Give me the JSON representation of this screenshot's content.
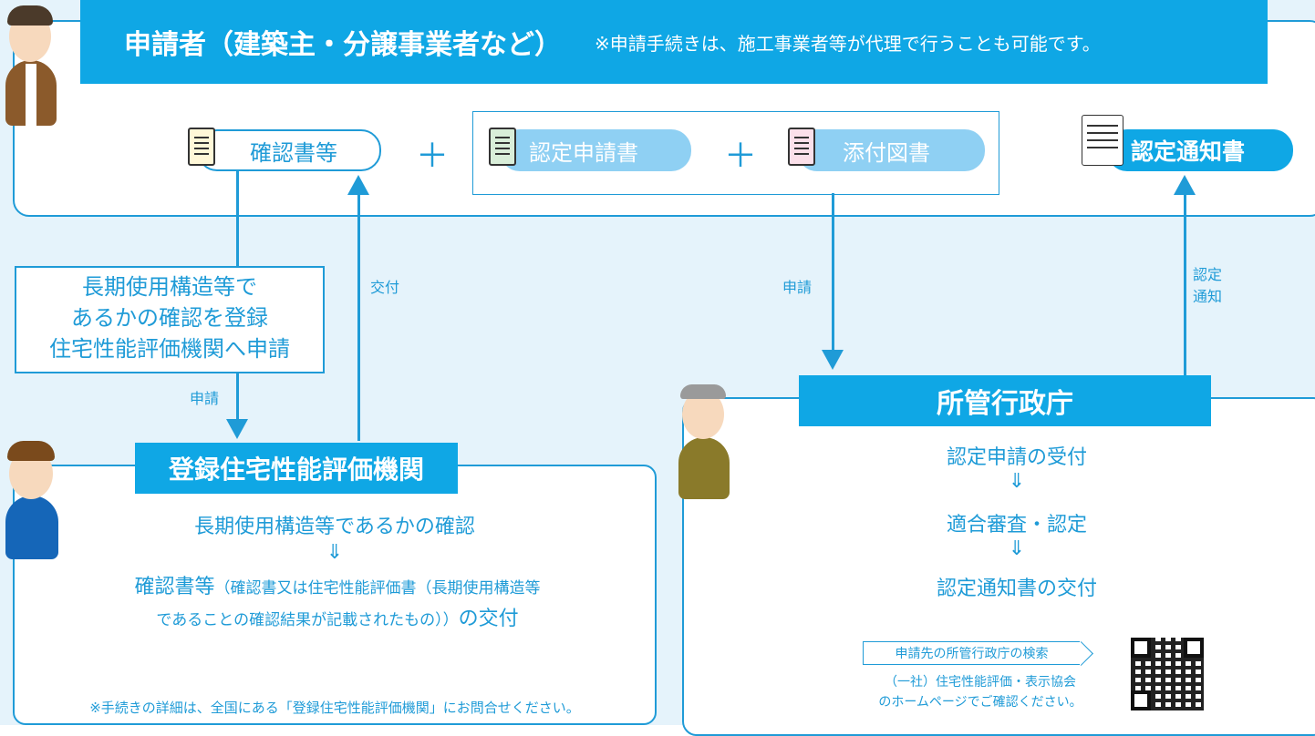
{
  "header": {
    "title": "申請者（建築主・分譲事業者など）",
    "note": "※申請手続きは、施工事業者等が代理で行うことも可能です。"
  },
  "docs": {
    "confirmation": "確認書等",
    "application": "認定申請書",
    "attachments": "添付図書",
    "notice": "認定通知書",
    "plus": "＋"
  },
  "flows": {
    "issue": "交付",
    "apply_mid": "申請",
    "notify": "認定\n通知",
    "apply_left": "申請"
  },
  "request_box": {
    "lines": [
      "長期使用構造等で",
      "あるかの確認を登録",
      "住宅性能評価機関へ申請"
    ]
  },
  "agency": {
    "title": "登録住宅性能評価機関",
    "step1": "長期使用構造等であるかの確認",
    "arrow": "⇓",
    "step2a_big": "確認書等",
    "step2a_small": "（確認書又は住宅性能評価書（長期使用構造等",
    "step2b_small": "であることの確認結果が記載されたもの））",
    "step2b_big": "の交付",
    "footnote": "※手続きの詳細は、全国にある「登録住宅性能評価機関」にお問合せください。"
  },
  "gov": {
    "title": "所管行政庁",
    "step1": "認定申請の受付",
    "arrow1": "⇓",
    "step2": "適合審査・認定",
    "arrow2": "⇓",
    "step3": "認定通知書の交付",
    "search_label": "申請先の所管行政庁の検索",
    "assoc_line1": "（一社）住宅性能評価・表示協会",
    "assoc_line2": "のホームページでご確認ください。"
  },
  "colors": {
    "primary": "#1f9bd7",
    "header_bg": "#0fa7e5",
    "pill_bg": "#8fd0f3",
    "panel_bg": "#e5f3fb"
  }
}
